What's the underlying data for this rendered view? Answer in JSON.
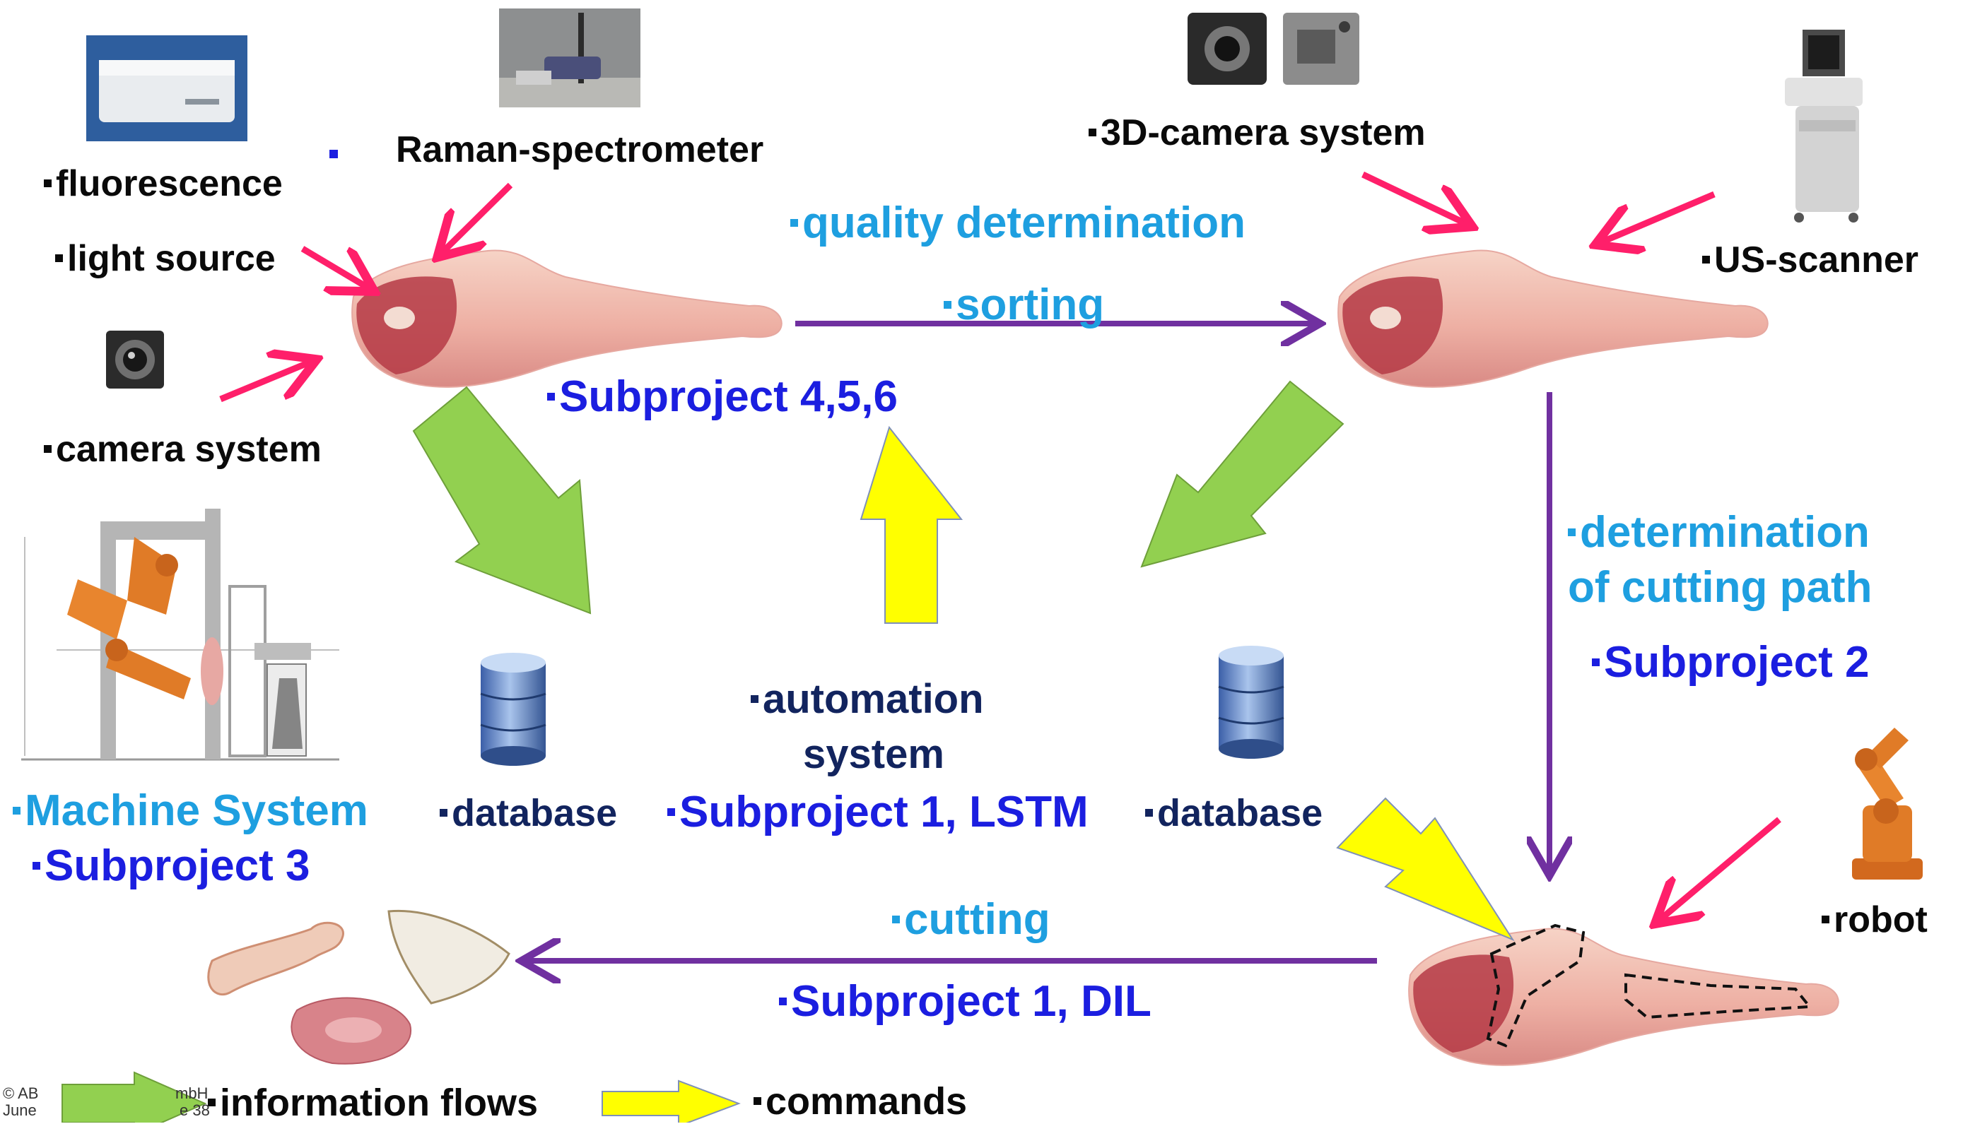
{
  "sensors": {
    "fluorescence": "fluorescence",
    "raman": "Raman-spectrometer",
    "light_source": "light source",
    "camera_system": "camera system",
    "camera_3d": "3D-camera system",
    "us_scanner": "US-scanner",
    "robot": "robot"
  },
  "flows": {
    "quality": "quality determination",
    "sorting": "sorting",
    "cutting": "cutting",
    "cutting_path_1": "determination",
    "cutting_path_2": "of cutting path"
  },
  "subprojects": {
    "sp456": "Subproject  4,5,6",
    "sp2": "Subproject 2",
    "sp3": "Subproject  3",
    "sp1_lstm": "Subproject 1, LSTM",
    "sp1_dil": "Subproject 1, DIL"
  },
  "center": {
    "automation_1": "automation",
    "automation_2": "system",
    "database_left": "database",
    "database_right": "database",
    "machine_system": "Machine System"
  },
  "legend": {
    "information": "information flows",
    "commands": "commands"
  },
  "footer": {
    "line1": "© AB",
    "line1b": "mbH",
    "line2": "June",
    "line2b": "e 38"
  },
  "colors": {
    "info_arrow": "#92d050",
    "command_arrow": "#ffff00",
    "flow_arrow": "#7030a0",
    "sensor_arrow": "#ff1f6a"
  }
}
